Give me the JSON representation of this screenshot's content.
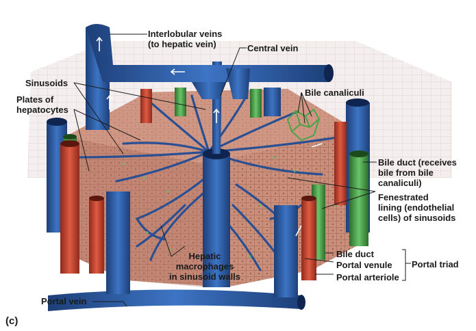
{
  "colors": {
    "vein": "#2f5ea8",
    "vein_dark": "#1d3f78",
    "artery": "#c8432e",
    "artery_dark": "#8e2a1c",
    "bile_duct": "#4aa34a",
    "bile_duct_dark": "#2c6e2c",
    "hepatocyte": "#c98f7a",
    "hepatocyte_dark": "#9c6251",
    "tissue_grid": "#d7cfd0",
    "leader_line": "#1a1a1a"
  },
  "labels": {
    "interlobular_veins": "Interlobular veins\n(to hepatic vein)",
    "central_vein": "Central vein",
    "sinusoids": "Sinusoids",
    "plates_of_hepatocytes": "Plates of\nhepatocytes",
    "bile_canaliculi": "Bile canaliculi",
    "bile_duct_receives": "Bile duct (receives\nbile from bile\ncanaliculi)",
    "fenestrated_lining": "Fenestrated\nlining (endothelial\ncells) of sinusoids",
    "hepatic_macrophages": "Hepatic\nmacrophages\nin sinusoid walls",
    "bile_duct": "Bile duct",
    "portal_venule": "Portal venule",
    "portal_arteriole": "Portal arteriole",
    "portal_triad": "Portal triad",
    "portal_vein": "Portal vein",
    "panel_letter": "(c)"
  }
}
